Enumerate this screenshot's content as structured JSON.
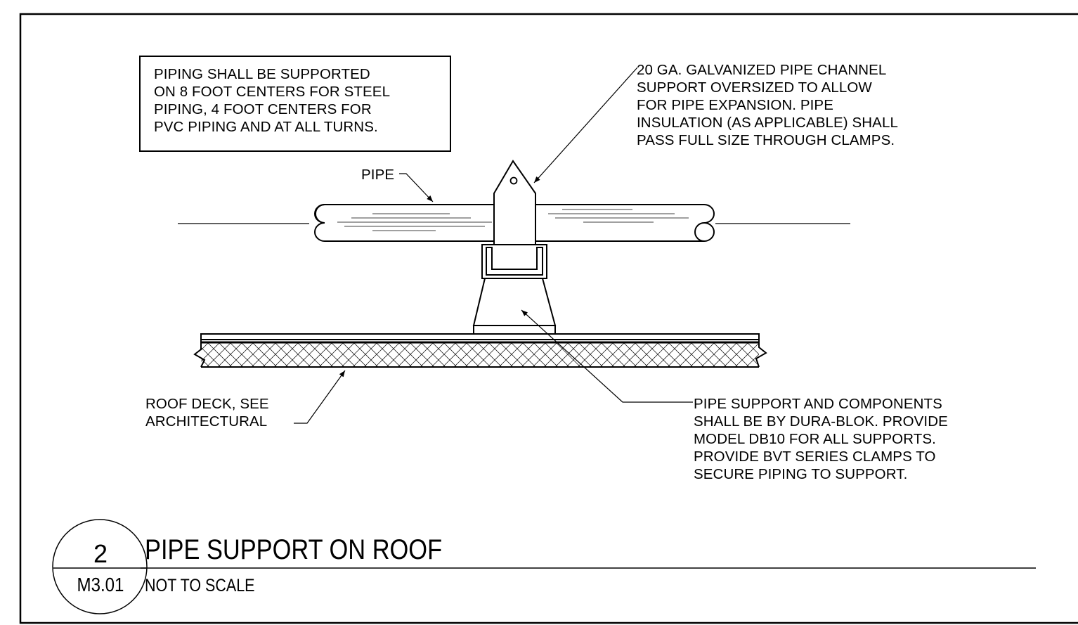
{
  "general_note": [
    "PIPING SHALL BE SUPPORTED",
    "ON 8 FOOT CENTERS FOR STEEL",
    "PIPING, 4 FOOT CENTERS FOR",
    "PVC PIPING AND AT ALL TURNS."
  ],
  "labels": {
    "pipe": "PIPE",
    "channel": [
      "20 GA. GALVANIZED PIPE CHANNEL",
      "SUPPORT OVERSIZED TO ALLOW",
      "FOR PIPE EXPANSION.  PIPE",
      "INSULATION (AS APPLICABLE) SHALL",
      "PASS FULL SIZE THROUGH CLAMPS."
    ],
    "roof_deck": [
      "ROOF DECK, SEE",
      "ARCHITECTURAL"
    ],
    "support": [
      "PIPE SUPPORT AND COMPONENTS",
      "SHALL BE BY DURA-BLOK. PROVIDE",
      "MODEL DB10 FOR ALL SUPPORTS.",
      "PROVIDE BVT SERIES CLAMPS TO",
      "SECURE PIPING TO SUPPORT."
    ]
  },
  "detail": {
    "number": "2",
    "sheet": "M3.01",
    "title": "PIPE SUPPORT ON ROOF",
    "scale": "NOT TO SCALE"
  }
}
